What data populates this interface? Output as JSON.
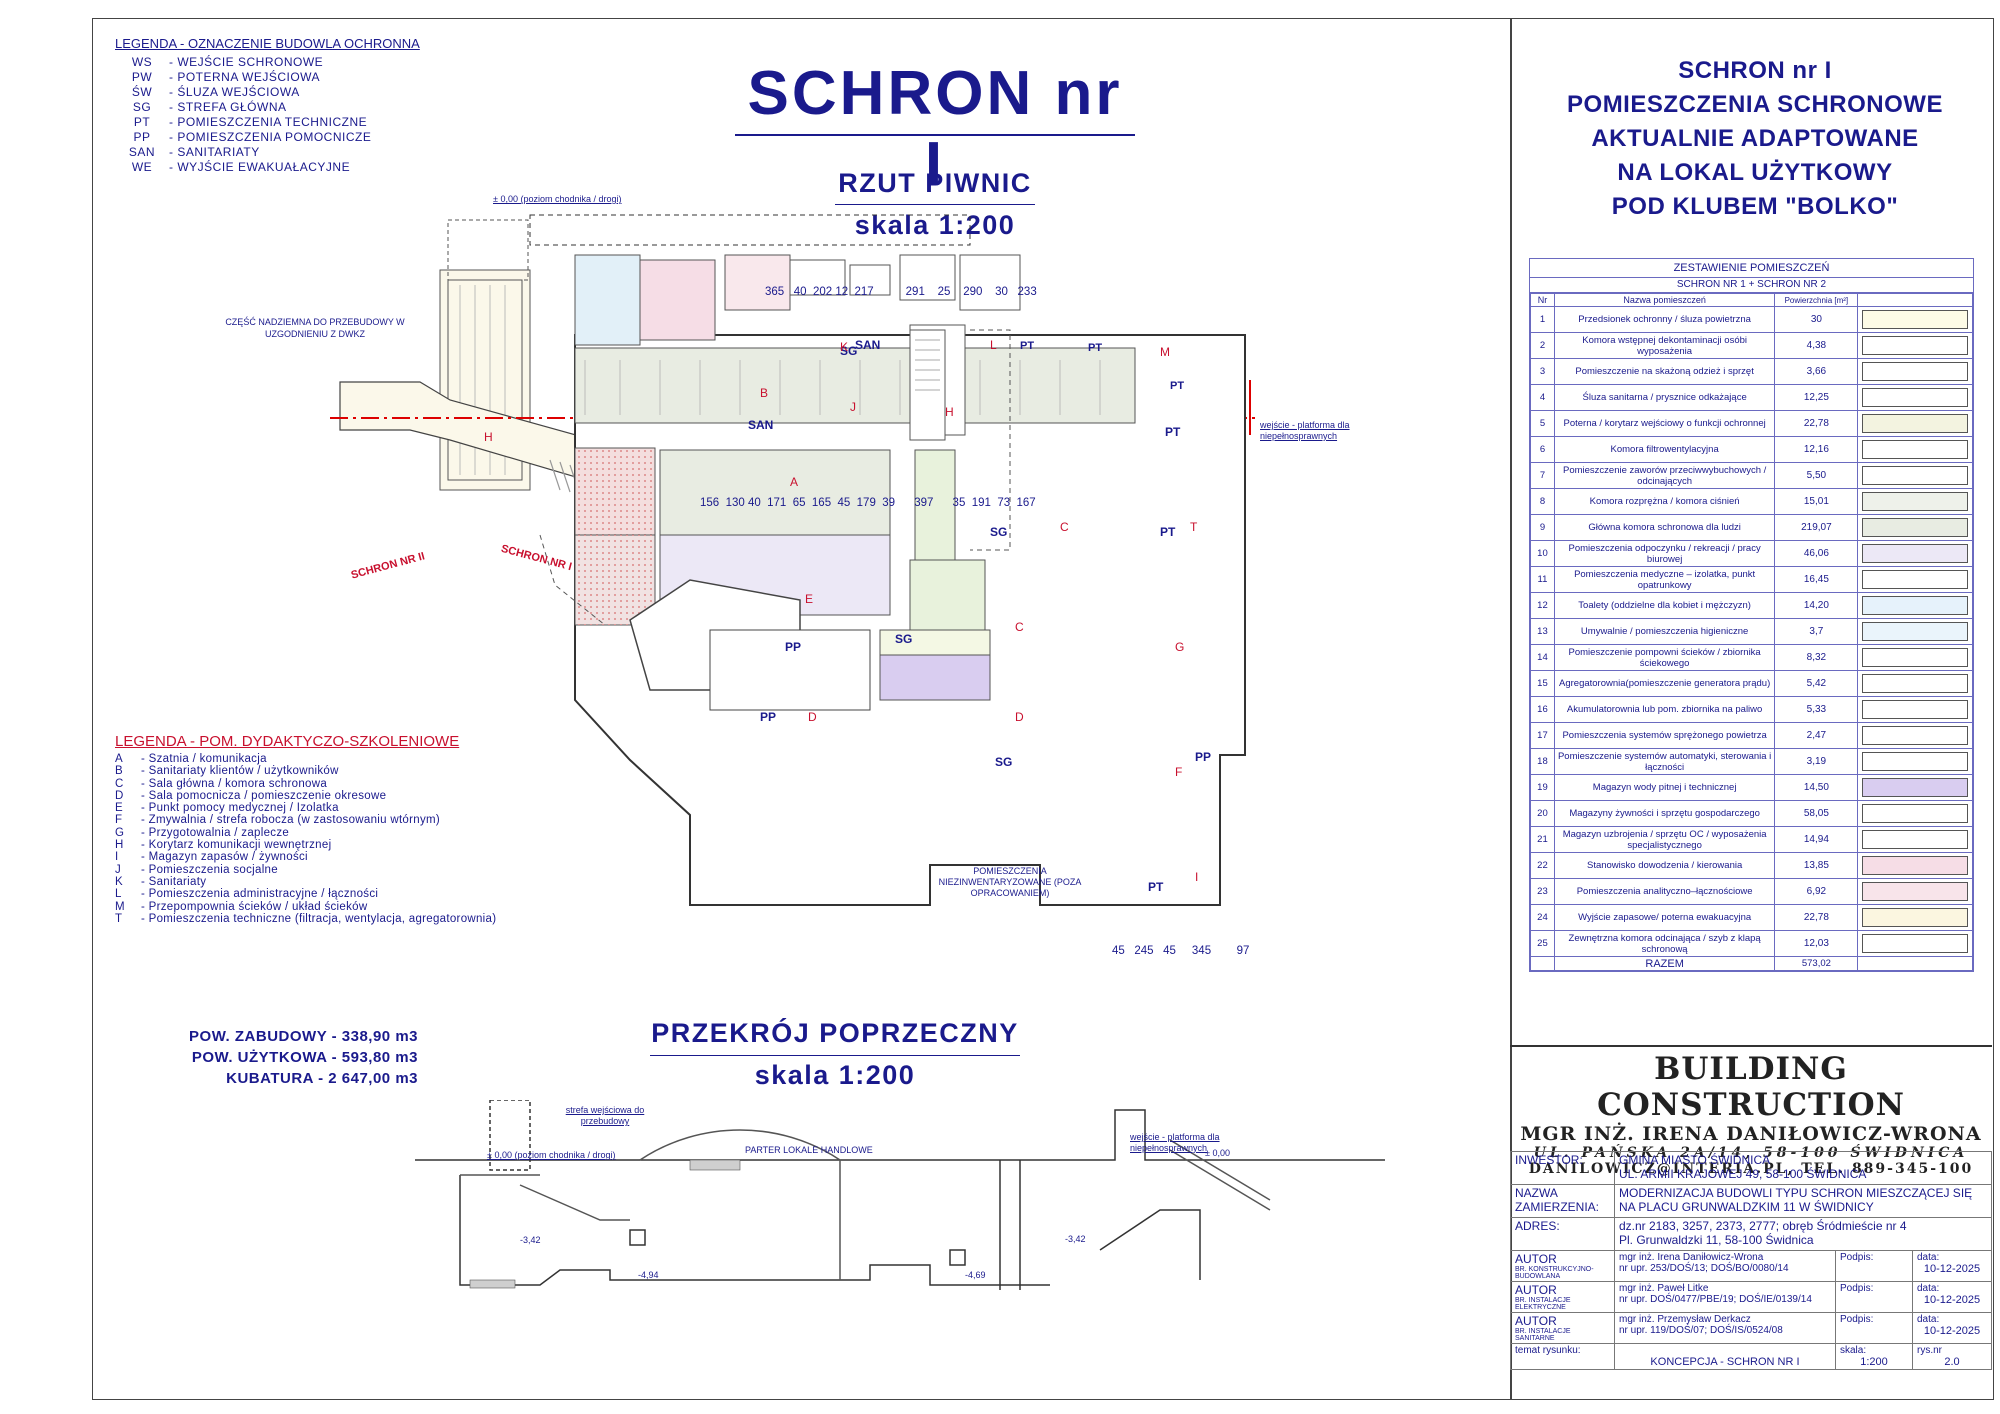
{
  "legend_shelter": {
    "title": "LEGENDA - OZNACZENIE BUDOWLA OCHRONNA",
    "items": [
      {
        "code": "WS",
        "desc": "- WEJŚCIE SCHRONOWE"
      },
      {
        "code": "PW",
        "desc": "- POTERNA WEJŚCIOWA"
      },
      {
        "code": "ŚW",
        "desc": "- ŚLUZA     WEJŚCIOWA"
      },
      {
        "code": "SG",
        "desc": "- STREFA GŁÓWNA"
      },
      {
        "code": "PT",
        "desc": "- POMIESZCZENIA TECHNICZNE"
      },
      {
        "code": "PP",
        "desc": "- POMIESZCZENIA POMOCNICZE"
      },
      {
        "code": "SAN",
        "desc": "- SANITARIATY"
      },
      {
        "code": "WE",
        "desc": "- WYJŚCIE EWAKUAŁACYJNE"
      }
    ]
  },
  "legend_didactic": {
    "title": "LEGENDA - POM. DYDAKTYCZO-SZKOLENIOWE",
    "items": [
      {
        "code": "A",
        "desc": "- Szatnia / komunikacja"
      },
      {
        "code": "B",
        "desc": "- Sanitariaty klientów / użytkowników"
      },
      {
        "code": "C",
        "desc": "- Sala główna / komora schronowa"
      },
      {
        "code": "D",
        "desc": "- Sala pomocnicza / pomieszczenie okresowe"
      },
      {
        "code": "E",
        "desc": "- Punkt pomocy medycznej / Izolatka"
      },
      {
        "code": "F",
        "desc": "- Zmywalnia / strefa robocza (w zastosowaniu wtórnym)"
      },
      {
        "code": "G",
        "desc": "- Przygotowalnia / zaplecze"
      },
      {
        "code": "H",
        "desc": "- Korytarz komunikacji wewnętrznej"
      },
      {
        "code": "I",
        "desc": "- Magazyn zapasów / żywności"
      },
      {
        "code": "J",
        "desc": "- Pomieszczenia socjalne"
      },
      {
        "code": "K",
        "desc": "- Sanitariaty"
      },
      {
        "code": "L",
        "desc": "- Pomieszczenia administracyjne / łączności"
      },
      {
        "code": "M",
        "desc": "- Przepompownia ścieków / układ ścieków"
      },
      {
        "code": "T",
        "desc": "- Pomieszczenia techniczne (filtracja, wentylacja, agregatorownia)"
      }
    ]
  },
  "header": {
    "title": "SCHRON nr I",
    "plan_title": "RZUT PIWNIC",
    "plan_scale": "skala 1:200",
    "section_title": "PRZEKRÓJ POPRZECZNY",
    "section_scale": "skala 1:200"
  },
  "stats": {
    "built": "POW. ZABUDOWY - 338,90 m3",
    "usable": "POW. UŻYTKOWA - 593,80 m3",
    "volume": "KUBATURA - 2 647,00 m3"
  },
  "plan_labels": {
    "above_ground": "CZĘŚĆ NADZIEMNA DO PRZEBUDOWY W UZGODNIENIU Z DWKZ",
    "level_zero": "± 0,00 (poziom chodnika / drogi)",
    "entrance_platform": "wejście - platforma dla niepełnosprawnych",
    "schron_ii": "SCHRON NR II",
    "schron_i": "SCHRON NR I",
    "uninventoried": "POMIESZCZENIA NIEZINWENTARYZOWANE (POZA OPRACOWANIEM)",
    "top_dims": "365   40  202 12  217          291    25    290    30   233",
    "bottom_dims": "45   245   45     345        97",
    "mid_dims": "156  130 40  171  65  165  45  179  39      397      35  191  73  167",
    "section_street": "PARTER LOKALE HANDLOWE",
    "section_zone": "strefa wejściowa do przebudowy",
    "section_levels": [
      "-3,42",
      "-4,94",
      "-4,69",
      "-3,42",
      "± 0,00",
      "± 0,00"
    ]
  },
  "right_panel": {
    "title_lines": [
      "SCHRON nr I",
      "POMIESZCZENIA SCHRONOWE",
      "AKTUALNIE ADAPTOWANE",
      "NA LOKAL UŻYTKOWY",
      "POD KLUBEM \"BOLKO\""
    ],
    "table_title": "ZESTAWIENIE POMIESZCZEŃ",
    "table_subtitle": "SCHRON NR 1 + SCHRON NR 2",
    "col_nr": "Nr",
    "col_name": "Nazwa pomieszczeń",
    "col_area": "Powierzchnia [m²]",
    "rows": [
      {
        "nr": "1",
        "name": "Przedsionek ochronny / śluza powietrzna",
        "area": "30",
        "color": "#fdfbe6"
      },
      {
        "nr": "2",
        "name": "Komora wstępnej dekontaminacji osóbi wyposażenia",
        "area": "4,38",
        "color": "#ffffff"
      },
      {
        "nr": "3",
        "name": "Pomieszczenie na skażoną odzież i sprzęt",
        "area": "3,66",
        "color": "#ffffff"
      },
      {
        "nr": "4",
        "name": "Śluza sanitarna / prysznice odkażające",
        "area": "12,25",
        "color": "#ffffff"
      },
      {
        "nr": "5",
        "name": "Poterna / korytarz wejściowy o funkcji ochronnej",
        "area": "22,78",
        "color": "#f3f3e0"
      },
      {
        "nr": "6",
        "name": "Komora filtrowentylacyjna",
        "area": "12,16",
        "color": "#ffffff"
      },
      {
        "nr": "7",
        "name": "Pomieszczenie zaworów przeciwwybuchowych / odcinających",
        "area": "5,50",
        "color": "#ffffff"
      },
      {
        "nr": "8",
        "name": "Komora rozprężna / komora ciśnień",
        "area": "15,01",
        "color": "#eef1ea"
      },
      {
        "nr": "9",
        "name": "Główna komora schronowa dla ludzi",
        "area": "219,07",
        "color": "#e8ece2"
      },
      {
        "nr": "10",
        "name": "Pomieszczenia odpoczynku / rekreacji / pracy biurowej",
        "area": "46,06",
        "color": "#ece8f6"
      },
      {
        "nr": "11",
        "name": "Pomieszczenia medyczne – izolatka, punkt opatrunkowy",
        "area": "16,45",
        "color": "#ffffff"
      },
      {
        "nr": "12",
        "name": "Toalety (oddzielne dla kobiet i mężczyzn)",
        "area": "14,20",
        "color": "#e6f2fb"
      },
      {
        "nr": "13",
        "name": "Umywalnie / pomieszczenia higieniczne",
        "area": "3,7",
        "color": "#eaf4fb"
      },
      {
        "nr": "14",
        "name": "Pomieszczenie pompowni ścieków / zbiornika ściekowego",
        "area": "8,32",
        "color": "#ffffff"
      },
      {
        "nr": "15",
        "name": "Agregatorownia(pomieszczenie generatora prądu)",
        "area": "5,42",
        "color": "#ffffff"
      },
      {
        "nr": "16",
        "name": "Akumulatorownia lub pom. zbiornika na paliwo",
        "area": "5,33",
        "color": "#ffffff"
      },
      {
        "nr": "17",
        "name": "Pomieszczenia systemów sprężonego powietrza",
        "area": "2,47",
        "color": "#ffffff"
      },
      {
        "nr": "18",
        "name": "Pomieszczenie systemów automatyki, sterowania i łączności",
        "area": "3,19",
        "color": "#ffffff"
      },
      {
        "nr": "19",
        "name": "Magazyn wody pitnej i technicznej",
        "area": "14,50",
        "color": "#d9cdf0"
      },
      {
        "nr": "20",
        "name": "Magazyny żywności i sprzętu gospodarczego",
        "area": "58,05",
        "color": "#ffffff"
      },
      {
        "nr": "21",
        "name": "Magazyn uzbrojenia / sprzętu OC / wyposażenia specjalistycznego",
        "area": "14,94",
        "color": "#ffffff"
      },
      {
        "nr": "22",
        "name": "Stanowisko dowodzenia / kierowania",
        "area": "13,85",
        "color": "#f6dde6"
      },
      {
        "nr": "23",
        "name": "Pomieszczenia analityczno–łącznościowe",
        "area": "6,92",
        "color": "#f8e4ea"
      },
      {
        "nr": "24",
        "name": "Wyjście zapasowe/ poterna ewakuacyjna",
        "area": "22,78",
        "color": "#fbf6e0"
      },
      {
        "nr": "25",
        "name": "Zewnętrzna komora odcinająca / szyb z klapą schronową",
        "area": "12,03",
        "color": "#ffffff"
      }
    ],
    "total_label": "RAZEM",
    "total_value": "573,02"
  },
  "company": {
    "name": "BUILDING CONSTRUCTION",
    "person": "MGR INŻ. IRENA DANIŁOWICZ-WRONA",
    "address": "UL. PAŃSKA 2A/14, 58-100 ŚWIDNICA",
    "contact": "DANILOWICZ@INTERIA.PL, TEL. 889-345-100"
  },
  "info": {
    "investor_label": "INWESTOR:",
    "investor_lines": [
      "GMINA MIASTO ŚWIDNICA",
      "UL. ARMII KRAJOWEJ 49, 58-100 ŚWIDNICA"
    ],
    "project_label": "NAZWA ZAMIERZENIA:",
    "project_lines": [
      "MODERNIZACJA BUDOWLI TYPU SCHRON MIESZCZĄCEJ SIĘ",
      "NA PLACU GRUNWALDZKIM 11 W ŚWIDNICY"
    ],
    "address_label": "ADRES:",
    "address_lines": [
      "dz.nr 2183, 3257, 2373, 2777; obręb Śródmieście nr 4",
      "Pl. Grunwaldzki 11, 58-100 Świdnica"
    ],
    "authors": [
      {
        "label": "AUTOR",
        "sub": "BR. KONSTRUKCYJNO-BUDOWLANA",
        "name": "mgr inż. Irena Daniłowicz-Wrona",
        "lic": "nr upr. 253/DOŚ/13; DOŚ/BO/0080/14",
        "sign": "Podpis:",
        "date_label": "data:",
        "date": "10-12-2025"
      },
      {
        "label": "AUTOR",
        "sub": "BR. INSTALACJE ELEKTRYCZNE",
        "name": "mgr inż. Paweł Litke",
        "lic": "nr upr. DOŚ/0477/PBE/19; DOŚ/IE/0139/14",
        "sign": "Podpis:",
        "date_label": "data:",
        "date": "10-12-2025"
      },
      {
        "label": "AUTOR",
        "sub": "BR. INSTALACJE SANITARNE",
        "name": "mgr inż. Przemysław Derkacz",
        "lic": "nr upr. 119/DOŚ/07; DOŚ/IS/0524/08",
        "sign": "Podpis:",
        "date_label": "data:",
        "date": "10-12-2025"
      }
    ],
    "drawing_label": "temat rysunku:",
    "drawing": "KONCEPCJA - SCHRON NR I",
    "scale_label": "skala:",
    "scale": "1:200",
    "sheet_label": "rys.nr",
    "sheet": "2.0"
  }
}
